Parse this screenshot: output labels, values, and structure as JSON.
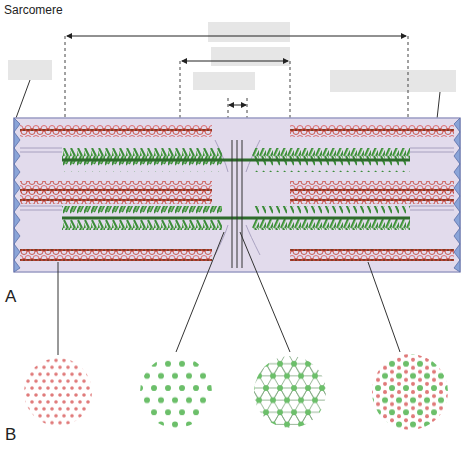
{
  "diagram": {
    "title": "Sarcomere",
    "labels": [
      "A",
      "B"
    ]
  }
}
